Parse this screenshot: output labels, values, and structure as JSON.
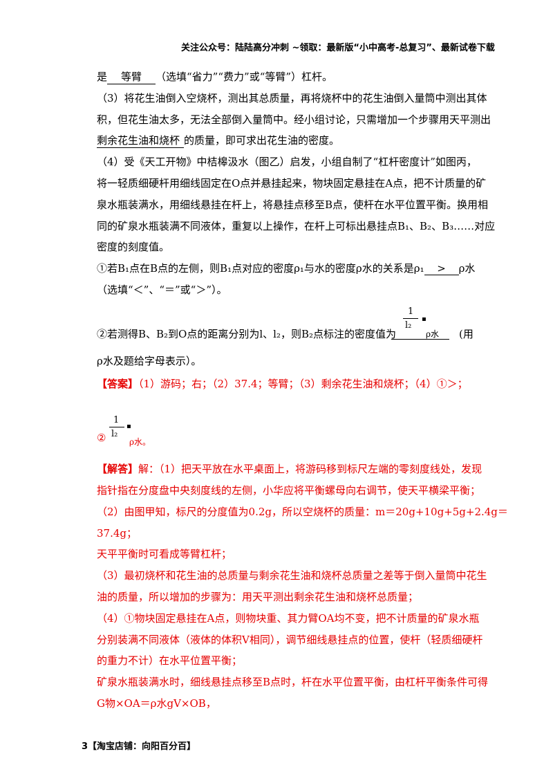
{
  "header": "关注公众号：陆陆高分冲刺 ~领取：最新版“小中高考-总复习”、最新试卷下载",
  "lines": {
    "l1_pre": "是",
    "l1_ans": "等臂",
    "l1_post": "（选填“省力”“费力”或“等臂”）杠杆。",
    "l2": "（3）将花生油倒入空烧杯，测出其总质量，再将烧杯中的花生油倒入量筒中测出其体",
    "l3": "积，但花生油太多，无法全部倒入量筒中。经小组讨论，只需增加一个步骤用天平测出",
    "l4_ans": "剩余花生油和烧杯",
    "l4_post": "的质量，即可求出花生油的密度。",
    "l5": "（4）受《天工开物》中桔槔汲水（图乙）启发，小组自制了“杠杆密度计”如图丙，",
    "l6": "将一轻质细硬杆用细线固定在O点并悬挂起来，物块固定悬挂在A点，把不计质量的矿",
    "l7": "泉水瓶装满水，用细线悬挂在杆上，将悬挂点移至B点，使杆在水平位置平衡。换用相",
    "l8": "同的矿泉水瓶装满不同液体，重复以上操作，在杆上可标出悬挂点B₁、B₂、B₃……对应",
    "l9": "密度的刻度值。",
    "l10_pre": "①若B₁点在B点的左侧，则B₁点对应的密度ρ₁与水的密度ρ水的关系是ρ₁",
    "l10_ans": ">",
    "l10_post": "ρ水",
    "l11": "（选填“＜”、“＝”或“＞”）。",
    "l12_pre": "②若测得B、B₂到O点的距离分别为l、l₂，则B₂点标注的密度值为",
    "frac_num": "1",
    "frac_den": "l₂",
    "frac_rho": "ρ水",
    "l12_post": "(用",
    "l13": "ρ水及题给字母表示）。",
    "ans_tag": "【答案】",
    "ans_text": "（1）游码；右；（2）37.4；等臂；（3）剩余花生油和烧杯；（4）①＞；",
    "ans2_circ": "②",
    "ans2_rho": "ρ水。",
    "jd_tag": "【解答】",
    "jd_text": "解：（1）把天平放在水平桌面上，将游码移到标尺左端的零刻度线处，发现",
    "r2": "指针指在分度盘中央刻度线的左侧，小华应将平衡螺母向右调节，使天平横梁平衡；",
    "r3": "（2）由图甲知，标尺的分度值为0.2g，所以空烧杯的质量：m＝20g+10g+5g+2.4g＝",
    "r4": "37.4g；",
    "r5": "天平平衡时可看成等臂杠杆；",
    "r6": "（3）最初烧杯和花生油的总质量与剩余花生油和烧杯总质量之差等于倒入量筒中花生",
    "r7": "油的质量，所以增加的步骤为：用天平测出剩余花生油和烧杯总质量；",
    "r8": "（4）①物块固定悬挂在A点，则物块重、其力臂OA均不变，把不计质量的矿泉水瓶",
    "r9": "分别装满不同液体（液体的体积V相同），调节细线悬挂点的位置，使杆（轻质细硬杆",
    "r10": "的重力不计）在水平位置平衡；",
    "r11": "矿泉水瓶装满水时，细线悬挂点移至B点时，杆在水平位置平衡，由杠杆平衡条件可得",
    "r12": "G物×OA＝ρ水gV×OB，",
    "footer": "3【淘宝店铺：向阳百分百】"
  }
}
